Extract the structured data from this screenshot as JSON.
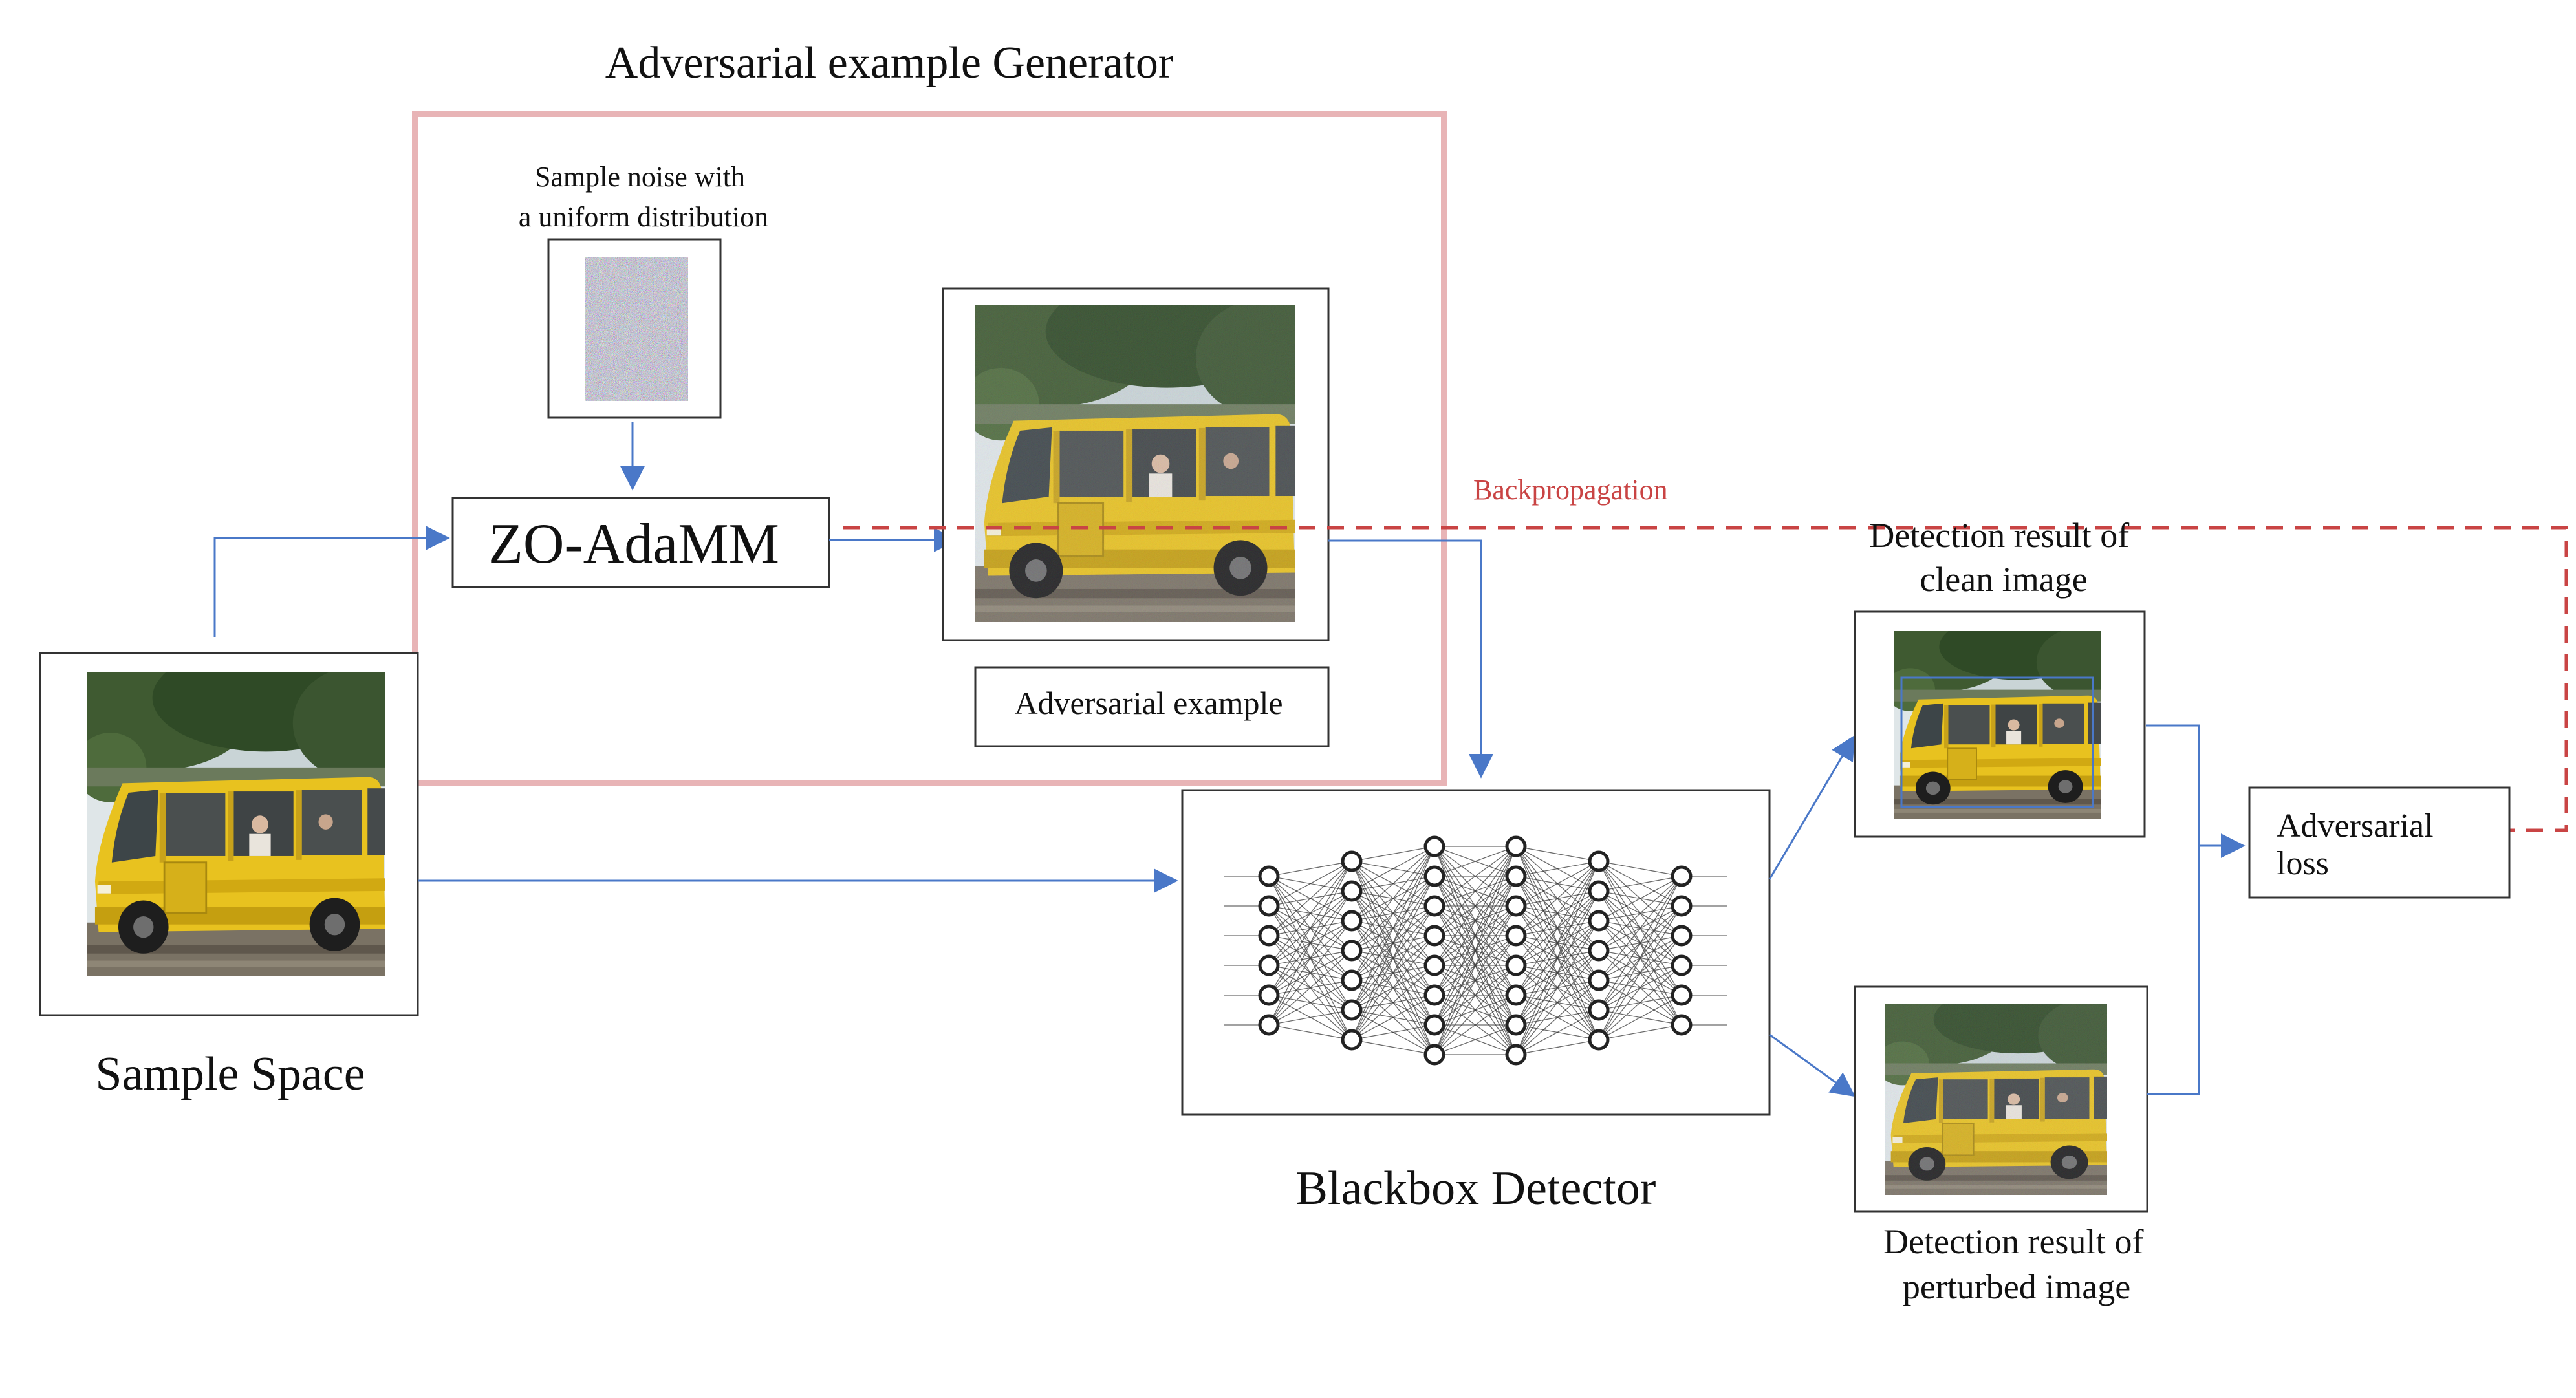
{
  "title": "Adversarial example Generator",
  "noise": {
    "line1": "Sample noise with",
    "line2": "a uniform distribution"
  },
  "optimizer": "ZO-AdaMM",
  "adversarial_example": "Adversarial example",
  "backprop": "Backpropagation",
  "sample_space": "Sample Space",
  "detector": "Blackbox Detector",
  "clean_result": {
    "line1": "Detection result of",
    "line2": "clean image"
  },
  "perturbed_result": {
    "line1": "Detection result",
    "line2": "of",
    "line3": "perturbed image"
  },
  "loss": {
    "line1": "Adversarial",
    "line2": "loss"
  },
  "colors": {
    "generator_border": "#e8b4b6",
    "arrow_blue": "#4a78c8",
    "backprop_red": "#c94444",
    "bus_yellow": "#e8c21f"
  },
  "icons": {
    "noise": "noise-pattern-image",
    "bus": "yellow-bus-photo",
    "network": "neural-network-icon"
  }
}
